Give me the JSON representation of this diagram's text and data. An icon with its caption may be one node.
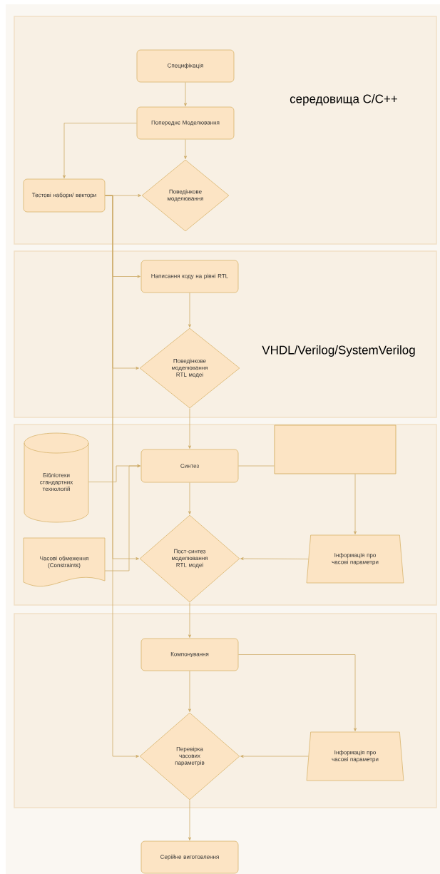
{
  "diagram": {
    "nodes": [
      {
        "text": [
          "середовища C/C++"
        ]
      },
      {
        "text": [
          "Специфікація"
        ],
        "in": 0
      },
      {
        "text": [
          "Попереднє Моделювання"
        ],
        "in": 0
      },
      {
        "text": [
          "Тестові набори/ вектори"
        ],
        "in": 0
      },
      {
        "text": [
          "Поведінкове моделювання"
        ],
        "in": 0
      },
      {
        "text": [
          "VHDL/Verilog/SystemVerilog"
        ]
      },
      {
        "text": [
          "Написання коду на рівні RTL"
        ],
        "in": 5
      },
      {
        "text": [
          "Поведінкове моделювання RTL модеі"
        ],
        "in": 5
      },
      {
        "text": [],
        "shape": "box"
      },
      {
        "text": [
          "Бібліотеки стандартних технологій"
        ],
        "in": 8
      },
      {
        "text": [
          "Синтез"
        ],
        "in": 8
      },
      {
        "text": [],
        "shape": "box",
        "in": 8
      },
      {
        "text": [
          "Часові обмеження (Constraints)"
        ],
        "in": 8
      },
      {
        "text": [
          "Пост-синтез моделювання RTL модеі"
        ],
        "in": 8
      },
      {
        "text": [
          "Інформація про часові параметри"
        ],
        "in": 8
      },
      {
        "text": [],
        "shape": "box"
      },
      {
        "text": [
          "Компонування"
        ],
        "in": 15
      },
      {
        "text": [
          "Перевірка часових параметрів"
        ],
        "in": 15
      },
      {
        "text": [
          "Інформація про часові параметри"
        ],
        "in": 15
      },
      {
        "text": [
          "Серійне виготовлення"
        ]
      }
    ],
    "edges": [
      {
        "from": 1,
        "to": 2,
        "arrow": "to"
      },
      {
        "from": 2,
        "to": 4,
        "arrow": "to"
      },
      {
        "from": 2,
        "to": 3,
        "arrow": "to"
      },
      {
        "from": 3,
        "to": 4,
        "arrow": "to"
      },
      {
        "from": 3,
        "to": 6,
        "arrow": "to"
      },
      {
        "from": 3,
        "to": 7,
        "arrow": "to"
      },
      {
        "from": 3,
        "to": 13,
        "arrow": "to"
      },
      {
        "from": 3,
        "to": 17,
        "arrow": "to"
      },
      {
        "from": 9,
        "to": 10,
        "arrow": "to"
      },
      {
        "from": 12,
        "to": 10,
        "arrow": "to"
      },
      {
        "from": 6,
        "to": 7,
        "arrow": "to"
      },
      {
        "from": 7,
        "to": 10,
        "arrow": "to"
      },
      {
        "from": 10,
        "to": 11,
        "arrow": "none"
      },
      {
        "from": 11,
        "to": 14,
        "arrow": "to"
      },
      {
        "from": 14,
        "to": 13,
        "arrow": "to"
      },
      {
        "from": 10,
        "to": 13,
        "arrow": "to"
      },
      {
        "from": 13,
        "to": 16,
        "arrow": "to"
      },
      {
        "from": 16,
        "to": 17,
        "arrow": "to"
      },
      {
        "from": 16,
        "to": 18,
        "arrow": "to"
      },
      {
        "from": 18,
        "to": 17,
        "arrow": "to"
      },
      {
        "from": 17,
        "to": 19,
        "arrow": "to"
      }
    ]
  }
}
